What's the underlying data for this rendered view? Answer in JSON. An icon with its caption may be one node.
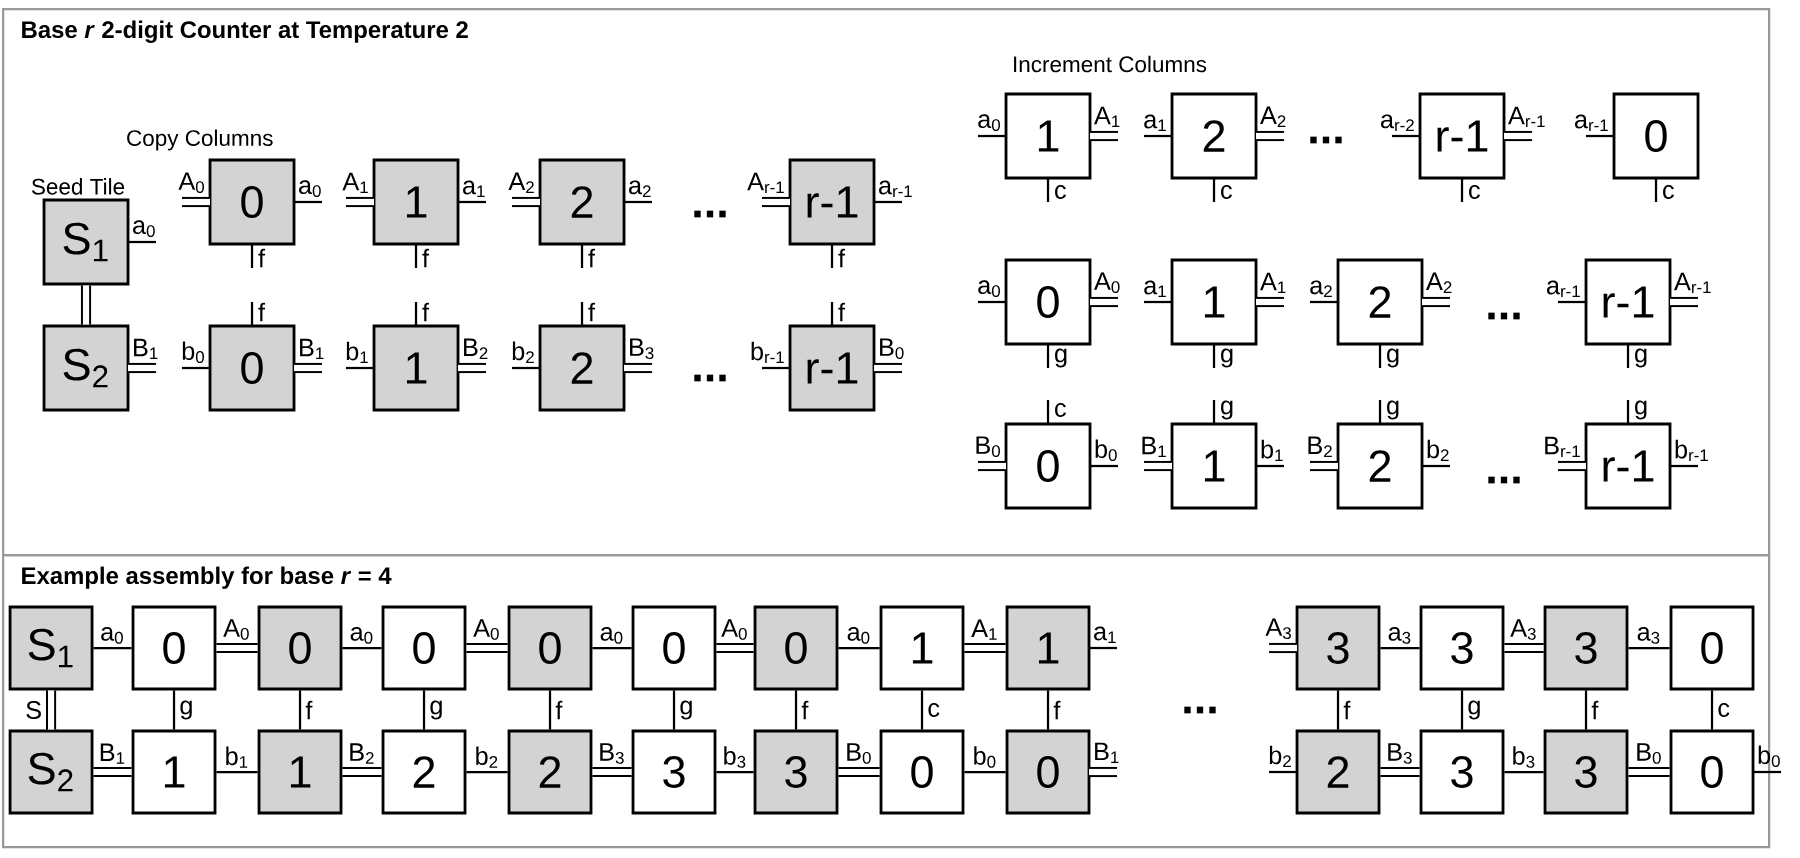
{
  "diagram": {
    "nodes": [
      {
        "text": [
          "Base *r* 2-digit Counter at Temperature 2"
        ]
      },
      {
        "text": [
          "Example assembly for base *r* = 4"
        ]
      },
      {
        "text": [
          "S$_{1}$"
        ],
        "in": 0,
        "beside": [
          "Seed Tile",
          "a$_{0}$"
        ]
      },
      {
        "text": [
          "S$_{2}$"
        ],
        "in": 0,
        "beside": [
          "B$_{1}$"
        ]
      },
      {
        "text": [
          "0"
        ],
        "in": 0,
        "beside": [
          "A$_{0}$",
          "a$_{0}$",
          "f"
        ]
      },
      {
        "text": [
          "1"
        ],
        "in": 0,
        "beside": [
          "A$_{1}$",
          "a$_{1}$",
          "f"
        ]
      },
      {
        "text": [
          "2"
        ],
        "in": 0,
        "beside": [
          "A$_{2}$",
          "a$_{2}$",
          "f"
        ]
      },
      {
        "text": [
          "r-1"
        ],
        "in": 0,
        "beside": [
          "A$_{r-1}$",
          "a$_{r-1}$",
          "f"
        ]
      },
      {
        "text": [
          "0"
        ],
        "in": 0,
        "beside": [
          "f",
          "b$_{0}$",
          "B$_{1}$"
        ]
      },
      {
        "text": [
          "1"
        ],
        "in": 0,
        "beside": [
          "f",
          "b$_{1}$",
          "B$_{2}$"
        ]
      },
      {
        "text": [
          "2"
        ],
        "in": 0,
        "beside": [
          "f",
          "b$_{2}$",
          "B$_{3}$"
        ]
      },
      {
        "text": [
          "r-1"
        ],
        "in": 0,
        "beside": [
          "f",
          "b$_{r-1}$",
          "B$_{0}$"
        ]
      },
      {
        "text": [
          "1"
        ],
        "in": 0,
        "beside": [
          "a$_{0}$",
          "A$_{1}$",
          "c"
        ]
      },
      {
        "text": [
          "2"
        ],
        "in": 0,
        "beside": [
          "a$_{1}$",
          "A$_{2}$",
          "c"
        ]
      },
      {
        "text": [
          "r-1"
        ],
        "in": 0,
        "beside": [
          "a$_{r-2}$",
          "A$_{r-1}$",
          "c"
        ]
      },
      {
        "text": [
          "0"
        ],
        "in": 0,
        "beside": [
          "a$_{r-1}$",
          "c"
        ]
      },
      {
        "text": [
          "0"
        ],
        "in": 0,
        "beside": [
          "a$_{0}$",
          "A$_{0}$",
          "g"
        ]
      },
      {
        "text": [
          "1"
        ],
        "in": 0,
        "beside": [
          "a$_{1}$",
          "A$_{1}$",
          "g"
        ]
      },
      {
        "text": [
          "2"
        ],
        "in": 0,
        "beside": [
          "a$_{2}$",
          "A$_{2}$",
          "g"
        ]
      },
      {
        "text": [
          "r-1"
        ],
        "in": 0,
        "beside": [
          "a$_{r-1}$",
          "A$_{r-1}$",
          "g"
        ]
      },
      {
        "text": [
          "0"
        ],
        "in": 0,
        "beside": [
          "c",
          "B$_{0}$",
          "b$_{0}$"
        ]
      },
      {
        "text": [
          "1"
        ],
        "in": 0,
        "beside": [
          "g",
          "B$_{1}$",
          "b$_{1}$"
        ]
      },
      {
        "text": [
          "2"
        ],
        "in": 0,
        "beside": [
          "g",
          "B$_{2}$",
          "b$_{2}$"
        ]
      },
      {
        "text": [
          "r-1"
        ],
        "in": 0,
        "beside": [
          "g",
          "B$_{r-1}$",
          "b$_{r-1}$"
        ]
      },
      {
        "text": [
          "S$_{1}$"
        ],
        "in": 1
      },
      {
        "text": [
          "0"
        ],
        "in": 1
      },
      {
        "text": [
          "0"
        ],
        "in": 1
      },
      {
        "text": [
          "0"
        ],
        "in": 1
      },
      {
        "text": [
          "0"
        ],
        "in": 1
      },
      {
        "text": [
          "0"
        ],
        "in": 1
      },
      {
        "text": [
          "0"
        ],
        "in": 1
      },
      {
        "text": [
          "1"
        ],
        "in": 1
      },
      {
        "text": [
          "1"
        ],
        "in": 1,
        "beside": [
          "a$_{1}$"
        ]
      },
      {
        "text": [
          "3"
        ],
        "in": 1,
        "beside": [
          "A$_{3}$"
        ]
      },
      {
        "text": [
          "3"
        ],
        "in": 1
      },
      {
        "text": [
          "3"
        ],
        "in": 1
      },
      {
        "text": [
          "0"
        ],
        "in": 1
      },
      {
        "text": [
          "S$_{2}$"
        ],
        "in": 1
      },
      {
        "text": [
          "1"
        ],
        "in": 1
      },
      {
        "text": [
          "1"
        ],
        "in": 1
      },
      {
        "text": [
          "2"
        ],
        "in": 1
      },
      {
        "text": [
          "2"
        ],
        "in": 1
      },
      {
        "text": [
          "3"
        ],
        "in": 1
      },
      {
        "text": [
          "3"
        ],
        "in": 1
      },
      {
        "text": [
          "0"
        ],
        "in": 1
      },
      {
        "text": [
          "0"
        ],
        "in": 1,
        "beside": [
          "B$_{1}$"
        ]
      },
      {
        "text": [
          "2"
        ],
        "in": 1,
        "beside": [
          "b$_{2}$"
        ]
      },
      {
        "text": [
          "3"
        ],
        "in": 1
      },
      {
        "text": [
          "3"
        ],
        "in": 1
      },
      {
        "text": [
          "0"
        ],
        "in": 1,
        "beside": [
          "b$_{0}$"
        ]
      }
    ],
    "edges": [
      {
        "from": 2,
        "to": 3,
        "arrow": "none",
        "style": "thick"
      },
      {
        "from": 24,
        "to": 25,
        "arrow": "none",
        "label": "a$_{0}$"
      },
      {
        "from": 25,
        "to": 26,
        "arrow": "none",
        "label": "A$_{0}$",
        "style": "thick"
      },
      {
        "from": 26,
        "to": 27,
        "arrow": "none",
        "label": "a$_{0}$"
      },
      {
        "from": 27,
        "to": 28,
        "arrow": "none",
        "label": "A$_{0}$",
        "style": "thick"
      },
      {
        "from": 28,
        "to": 29,
        "arrow": "none",
        "label": "a$_{0}$"
      },
      {
        "from": 29,
        "to": 30,
        "arrow": "none",
        "label": "A$_{0}$",
        "style": "thick"
      },
      {
        "from": 30,
        "to": 31,
        "arrow": "none",
        "label": "a$_{0}$"
      },
      {
        "from": 31,
        "to": 32,
        "arrow": "none",
        "label": "A$_{1}$",
        "style": "thick"
      },
      {
        "from": 33,
        "to": 34,
        "arrow": "none",
        "label": "a$_{3}$"
      },
      {
        "from": 34,
        "to": 35,
        "arrow": "none",
        "label": "A$_{3}$",
        "style": "thick"
      },
      {
        "from": 35,
        "to": 36,
        "arrow": "none",
        "label": "a$_{3}$"
      },
      {
        "from": 37,
        "to": 38,
        "arrow": "none",
        "label": "B$_{1}$",
        "style": "thick"
      },
      {
        "from": 38,
        "to": 39,
        "arrow": "none",
        "label": "b$_{1}$"
      },
      {
        "from": 39,
        "to": 40,
        "arrow": "none",
        "label": "B$_{2}$",
        "style": "thick"
      },
      {
        "from": 40,
        "to": 41,
        "arrow": "none",
        "label": "b$_{2}$"
      },
      {
        "from": 41,
        "to": 42,
        "arrow": "none",
        "label": "B$_{3}$",
        "style": "thick"
      },
      {
        "from": 42,
        "to": 43,
        "arrow": "none",
        "label": "b$_{3}$"
      },
      {
        "from": 43,
        "to": 44,
        "arrow": "none",
        "label": "B$_{0}$",
        "style": "thick"
      },
      {
        "from": 44,
        "to": 45,
        "arrow": "none",
        "label": "b$_{0}$"
      },
      {
        "from": 46,
        "to": 47,
        "arrow": "none",
        "label": "B$_{3}$",
        "style": "thick"
      },
      {
        "from": 47,
        "to": 48,
        "arrow": "none",
        "label": "b$_{3}$"
      },
      {
        "from": 48,
        "to": 49,
        "arrow": "none",
        "label": "B$_{0}$",
        "style": "thick"
      },
      {
        "from": 24,
        "to": 37,
        "arrow": "none",
        "label": "S",
        "style": "thick"
      },
      {
        "from": 25,
        "to": 38,
        "arrow": "none",
        "label": "g"
      },
      {
        "from": 26,
        "to": 39,
        "arrow": "none",
        "label": "f"
      },
      {
        "from": 27,
        "to": 40,
        "arrow": "none",
        "label": "g"
      },
      {
        "from": 28,
        "to": 41,
        "arrow": "none",
        "label": "f"
      },
      {
        "from": 29,
        "to": 42,
        "arrow": "none",
        "label": "g"
      },
      {
        "from": 30,
        "to": 43,
        "arrow": "none",
        "label": "f"
      },
      {
        "from": 31,
        "to": 44,
        "arrow": "none",
        "label": "c"
      },
      {
        "from": 32,
        "to": 45,
        "arrow": "none",
        "label": "f"
      },
      {
        "from": 33,
        "to": 46,
        "arrow": "none",
        "label": "f"
      },
      {
        "from": 34,
        "to": 47,
        "arrow": "none",
        "label": "g"
      },
      {
        "from": 35,
        "to": 48,
        "arrow": "none",
        "label": "f"
      },
      {
        "from": 36,
        "to": 49,
        "arrow": "none",
        "label": "c"
      }
    ],
    "labels": [
      "Copy Columns",
      "Increment Columns",
      "...",
      "...",
      "...",
      "...",
      "...",
      "..."
    ]
  }
}
